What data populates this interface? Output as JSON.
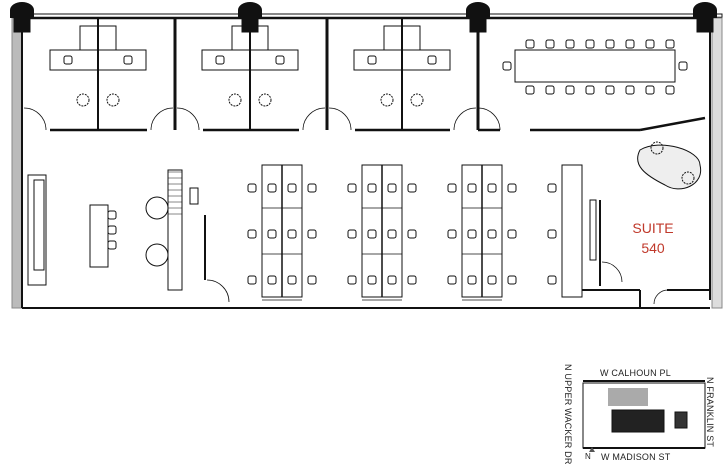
{
  "plan": {
    "suite_label": "SUITE",
    "suite_number": "540",
    "accent_color": "#c0392b"
  },
  "key_map": {
    "north_street": "W CALHOUN PL",
    "south_street": "W MADISON ST",
    "west_street": "N UPPER WACKER DR",
    "east_street": "N FRANKLIN ST",
    "north_arrow_label": "N"
  }
}
